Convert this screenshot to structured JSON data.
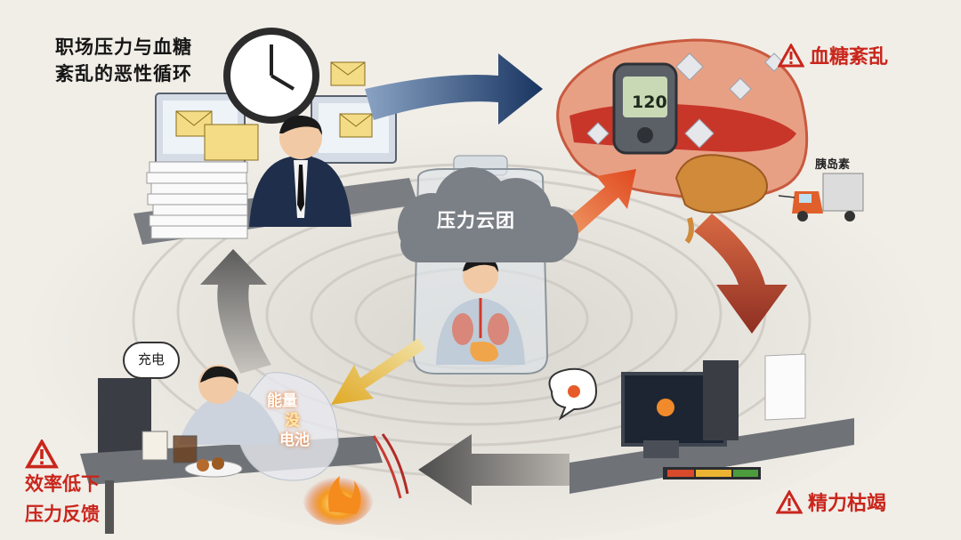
{
  "title": {
    "line1": "职场压力与血糖",
    "line2": "紊乱的恶性循环"
  },
  "warnings": {
    "top_right": "血糖紊乱",
    "bottom_right": "精力枯竭",
    "left_line1": "效率低下",
    "left_line2": "压力反馈"
  },
  "center": {
    "cloud_label": "压力云团"
  },
  "labels": {
    "insulin": "胰岛素",
    "charge_bubble": "充电",
    "battery_line1": "能量",
    "battery_line2": "电池",
    "battery_line3": "没",
    "glucose_reading": "120"
  },
  "colors": {
    "warning_red": "#c9261c",
    "arrow_navy": "#1f3f6b",
    "arrow_orange": "#e3562a",
    "arrow_brown": "#9b3a2c",
    "arrow_gray": "#5a5a5a",
    "arrow_yellow": "#e5b12e"
  }
}
